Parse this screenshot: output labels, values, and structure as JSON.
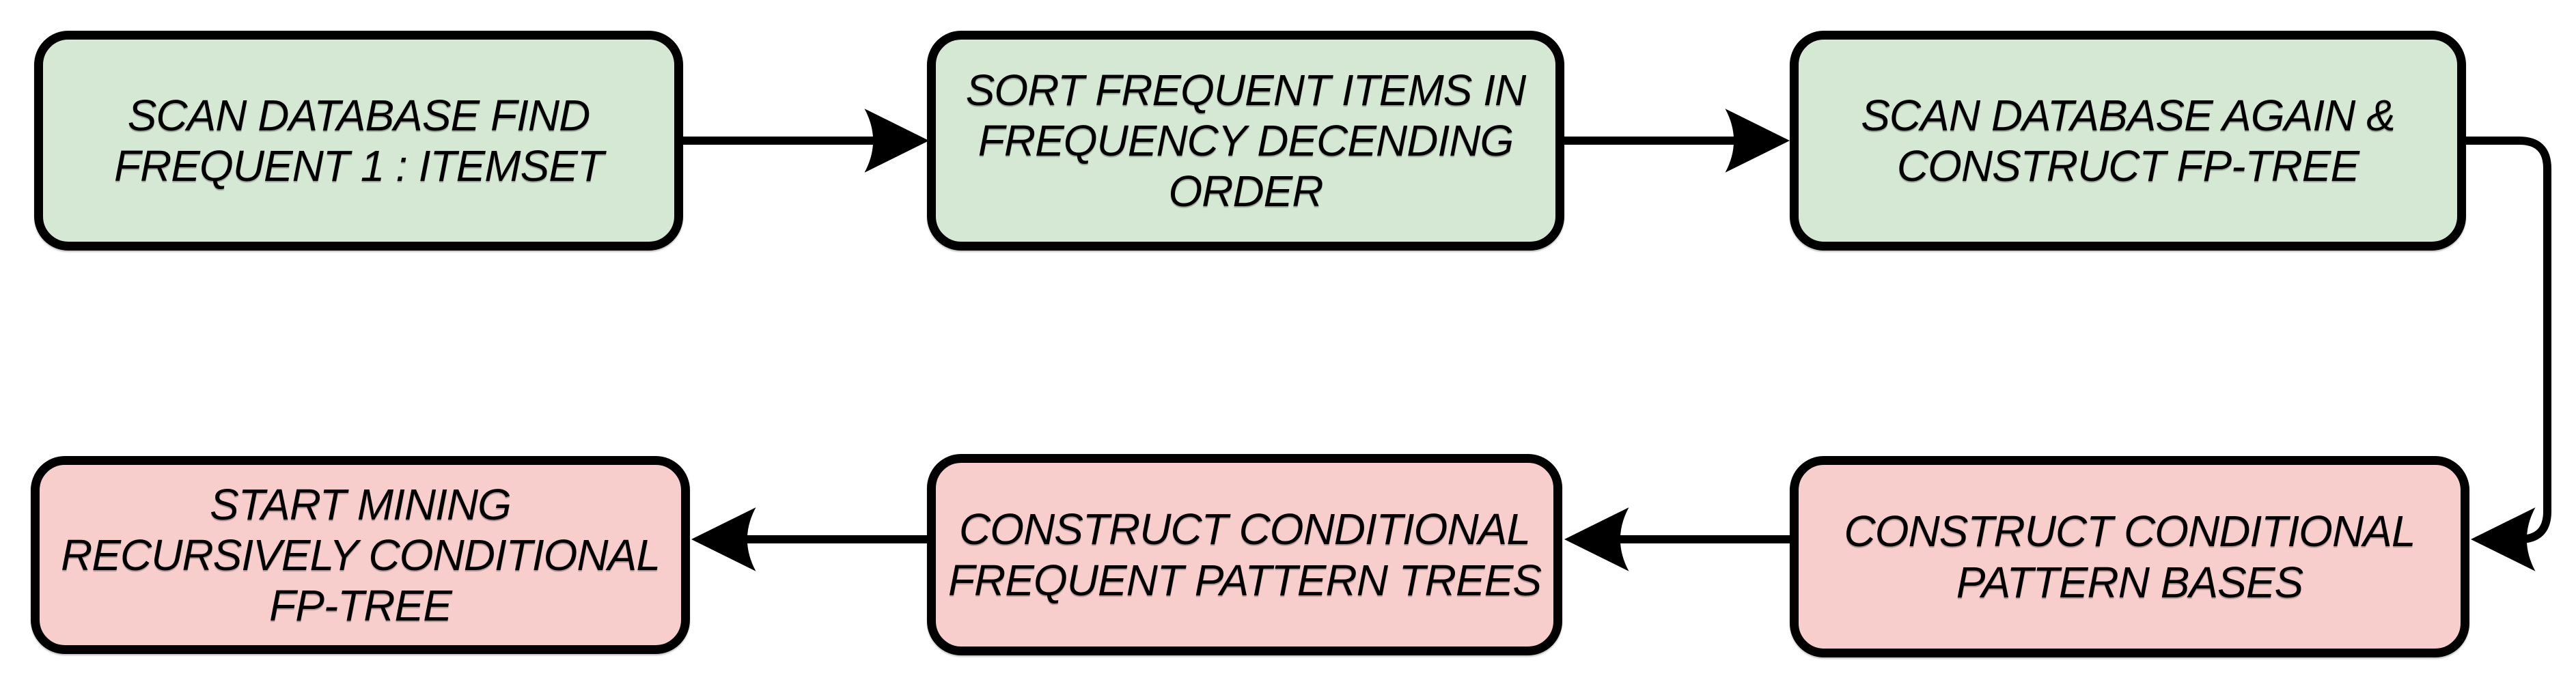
{
  "diagram": {
    "description": "FP-Growth algorithm flowchart",
    "colors": {
      "top_row_fill": "#d5e8d4",
      "bottom_row_fill": "#f8cecc",
      "stroke": "#000000",
      "background": "#ffffff"
    },
    "nodes": [
      {
        "id": "scan-database-find-frequent-itemset",
        "row": "top",
        "fill": "#d5e8d4",
        "label": "SCAN DATABASE FIND\nFREQUENT 1 : ITEMSET"
      },
      {
        "id": "sort-frequent-items",
        "row": "top",
        "fill": "#d5e8d4",
        "label": "SORT FREQUENT ITEMS IN\nFREQUENCY DECENDING\nORDER"
      },
      {
        "id": "scan-database-again-construct-fp-tree",
        "row": "top",
        "fill": "#d5e8d4",
        "label": "SCAN DATABASE AGAIN &\nCONSTRUCT FP-TREE"
      },
      {
        "id": "start-mining-recursively",
        "row": "bottom",
        "fill": "#f8cecc",
        "label": "START MINING\nRECURSIVELY CONDITIONAL\nFP-TREE"
      },
      {
        "id": "construct-conditional-frequent-pattern-trees",
        "row": "bottom",
        "fill": "#f8cecc",
        "label": "CONSTRUCT CONDITIONAL\nFREQUENT PATTERN TREES"
      },
      {
        "id": "construct-conditional-pattern-bases",
        "row": "bottom",
        "fill": "#f8cecc",
        "label": "CONSTRUCT CONDITIONAL\nPATTERN BASES"
      }
    ],
    "edges": [
      {
        "from": "scan-database-find-frequent-itemset",
        "to": "sort-frequent-items",
        "shape": "straight-right-arrow"
      },
      {
        "from": "sort-frequent-items",
        "to": "scan-database-again-construct-fp-tree",
        "shape": "straight-right-arrow"
      },
      {
        "from": "scan-database-again-construct-fp-tree",
        "to": "construct-conditional-pattern-bases",
        "shape": "right-down-left-curved-arrow"
      },
      {
        "from": "construct-conditional-pattern-bases",
        "to": "construct-conditional-frequent-pattern-trees",
        "shape": "straight-left-arrow"
      },
      {
        "from": "construct-conditional-frequent-pattern-trees",
        "to": "start-mining-recursively",
        "shape": "straight-left-arrow"
      }
    ]
  }
}
